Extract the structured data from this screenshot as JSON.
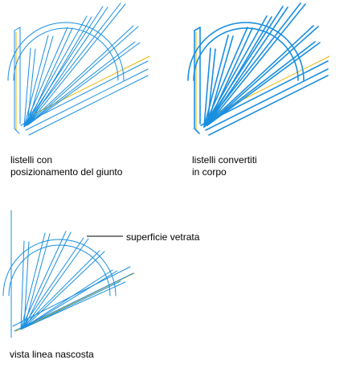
{
  "figures": [
    {
      "id": "joint",
      "caption": "listelli con\nposizionamento del giunto"
    },
    {
      "id": "body",
      "caption": "listelli convertiti\nin corpo"
    },
    {
      "id": "hidden",
      "caption": "vista linea nascosta"
    }
  ],
  "callout": {
    "label": "superficie vetrata"
  },
  "colors": {
    "muntin": "#1a8fe0",
    "frame": "#e6b400",
    "leader": "#000000",
    "text": "#000000"
  }
}
